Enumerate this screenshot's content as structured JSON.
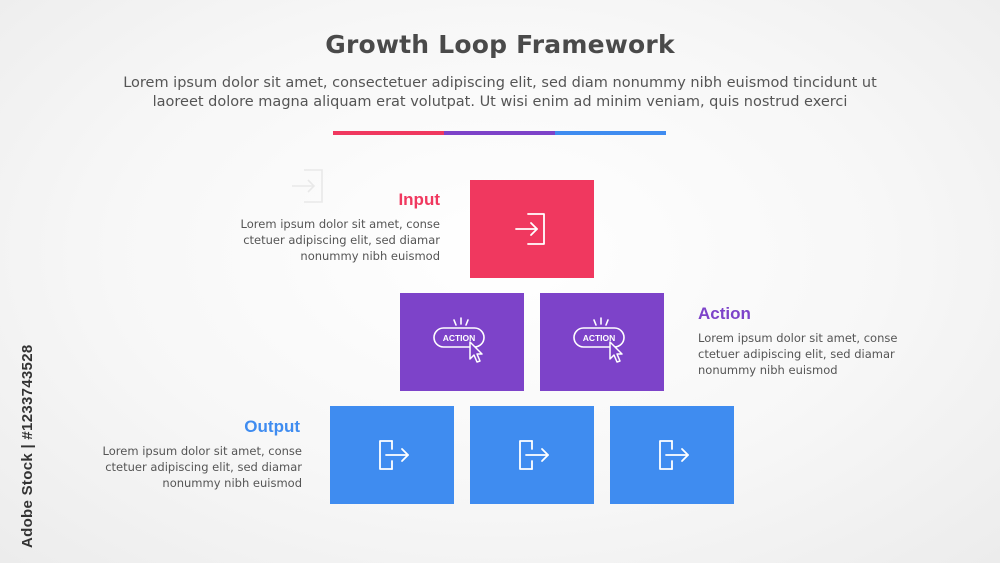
{
  "title": "Growth Loop Framework",
  "subtitle": {
    "line1": "Lorem ipsum dolor sit amet, consectetuer adipiscing elit, sed diam nonummy nibh euismod tincidunt ut",
    "line2": "laoreet dolore magna aliquam erat volutpat. Ut wisi enim ad minim veniam, quis nostrud exerci"
  },
  "divider_colors": [
    "#f0385f",
    "#7d43c9",
    "#3f8cf0"
  ],
  "colors": {
    "input": "#f0385f",
    "action": "#7d43c9",
    "output": "#3f8cf0"
  },
  "input": {
    "label": "Input",
    "desc": [
      "Lorem ipsum dolor sit amet, conse",
      "ctetuer adipiscing elit, sed diamar",
      "nonummy nibh euismod"
    ],
    "icon": "login-arrow-icon"
  },
  "action": {
    "label": "Action",
    "desc": [
      "Lorem ipsum dolor sit amet, conse",
      "ctetuer adipiscing elit, sed diamar",
      "nonummy nibh euismod"
    ],
    "button_text": "ACTION",
    "icon": "action-click-icon"
  },
  "output": {
    "label": "Output",
    "desc": [
      "Lorem ipsum dolor sit amet, conse",
      "ctetuer adipiscing elit, sed diamar",
      "nonummy nibh euismod"
    ],
    "icon": "logout-arrow-icon"
  },
  "watermark": "Adobe Stock | #1233743528"
}
